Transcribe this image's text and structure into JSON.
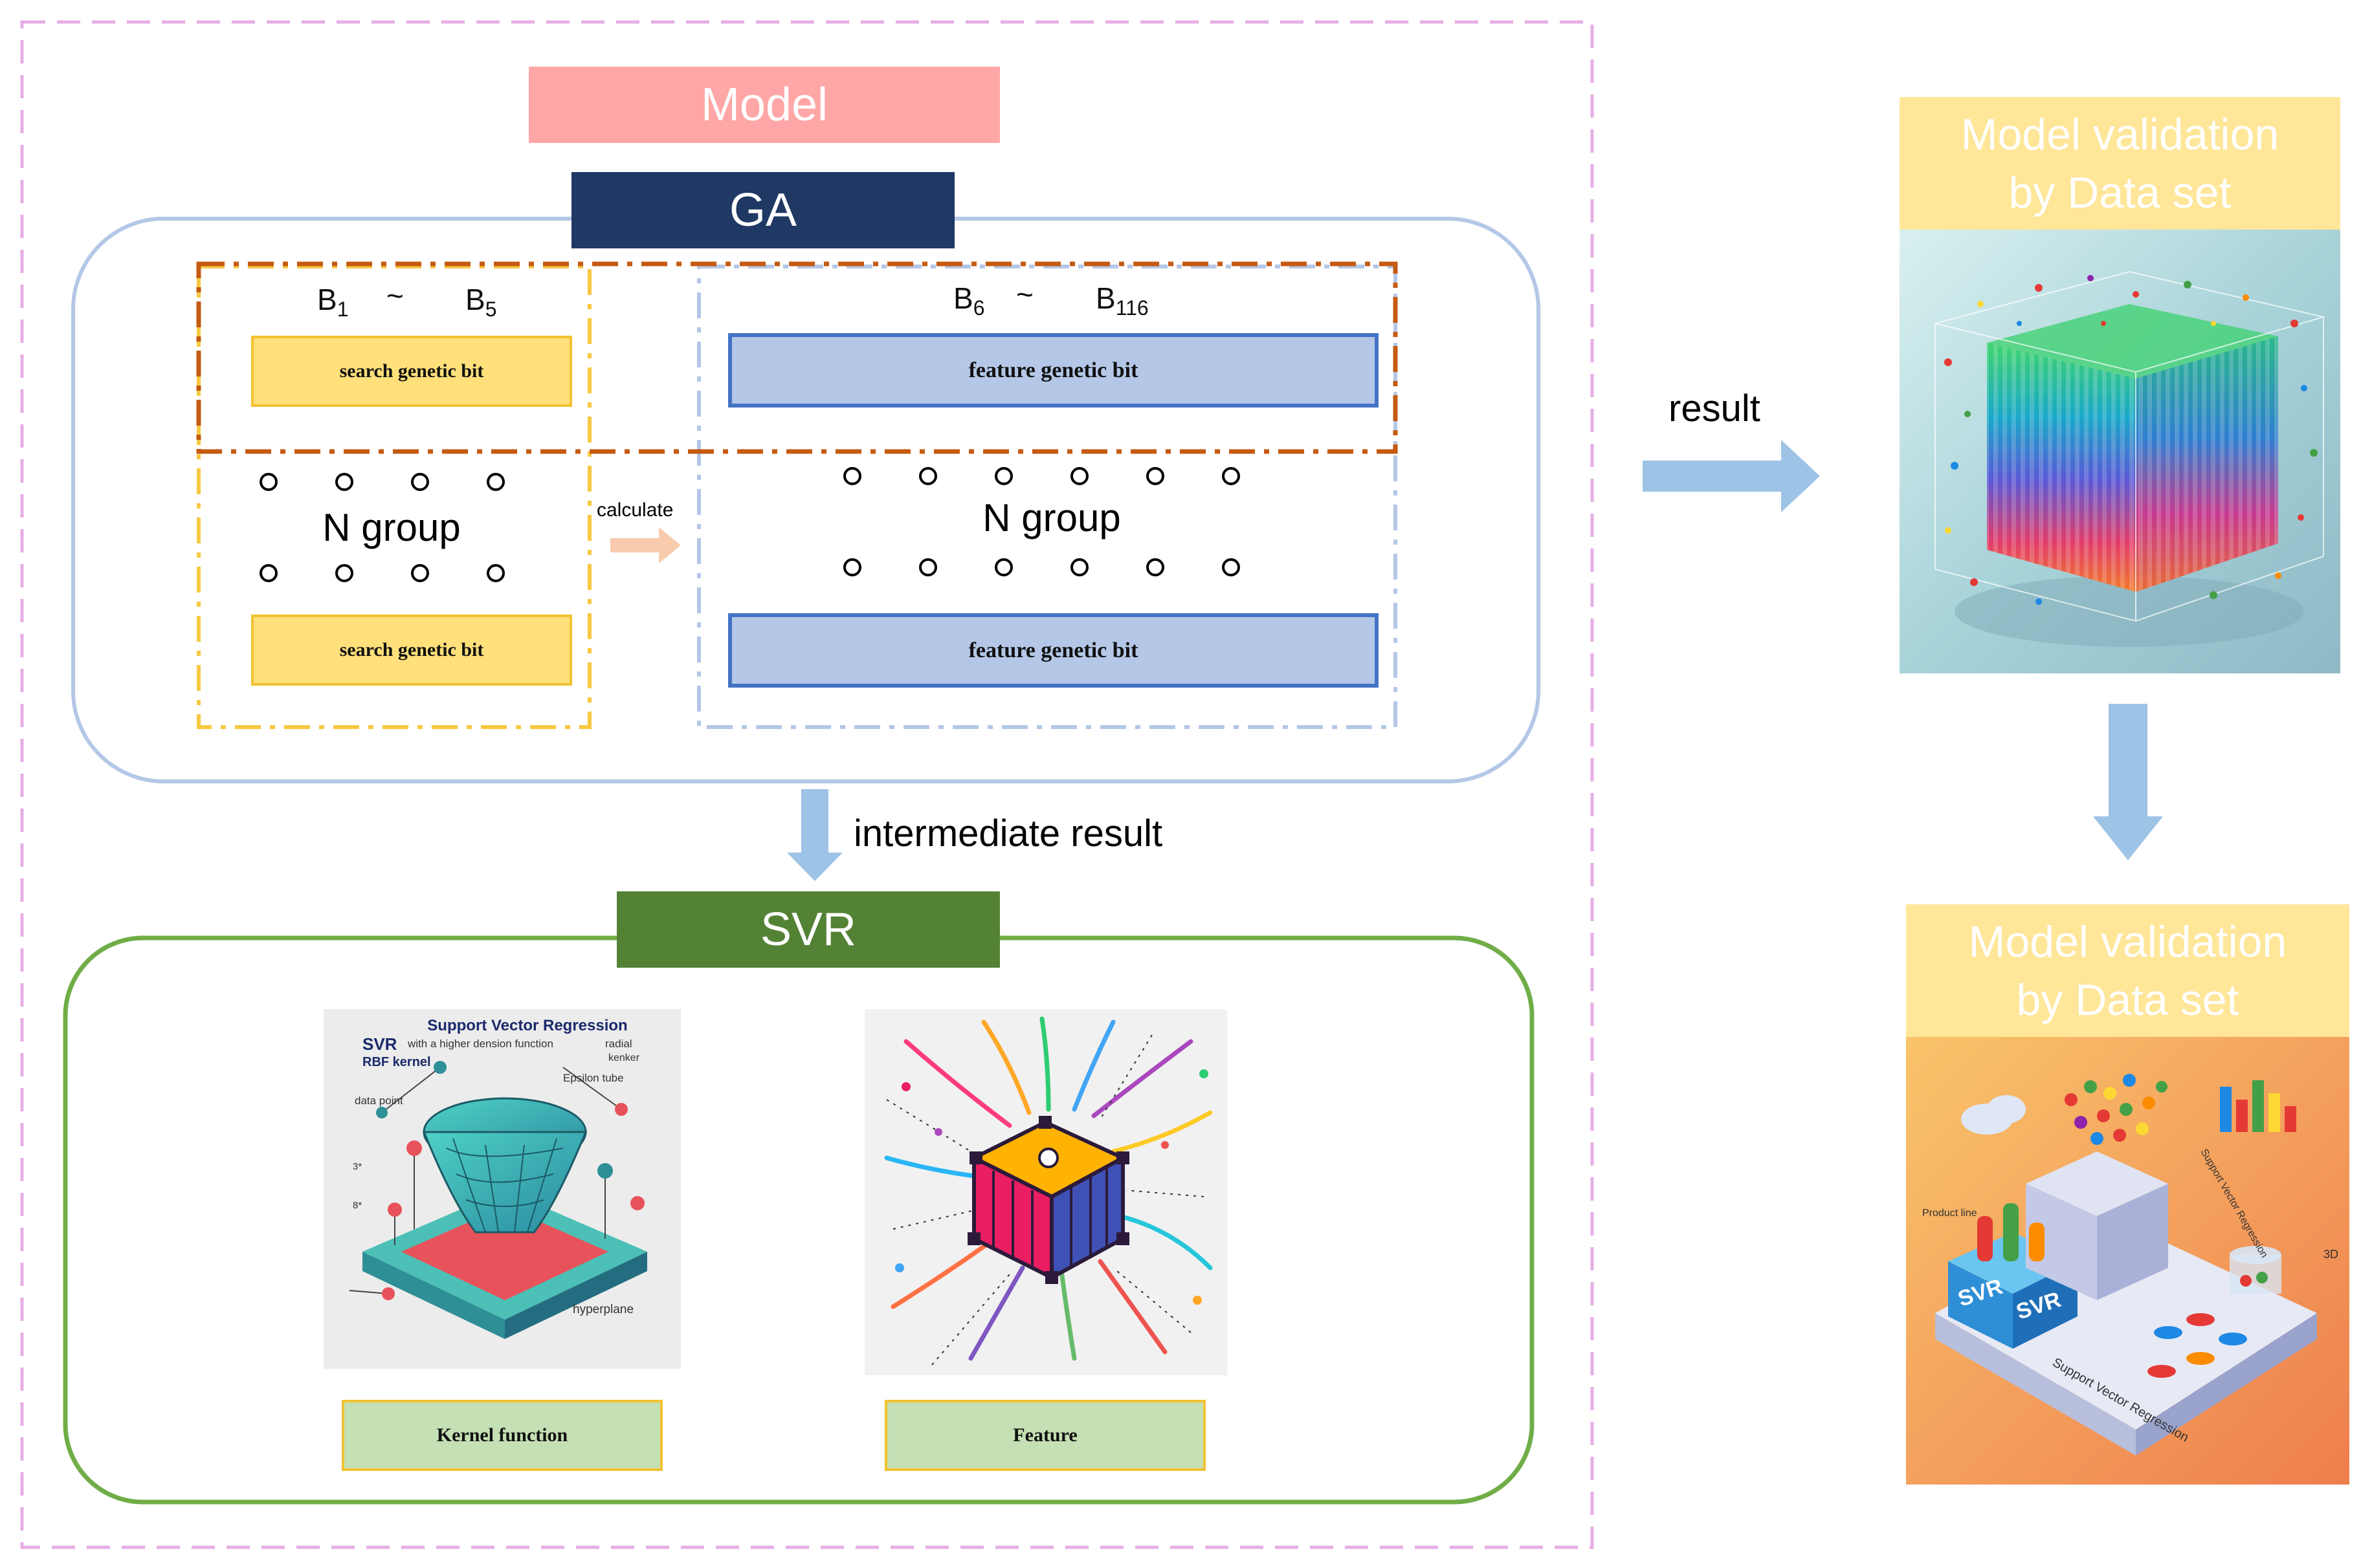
{
  "colors": {
    "model_title_bg": "#ffa6a6",
    "ga_title_bg": "#1f3864",
    "svr_title_bg": "#548235",
    "outer_dashed_border": "#e6aee6",
    "ga_rounded_border": "#b4c7e7",
    "svr_rounded_border": "#70ad47",
    "search_bit_fill": "#ffe07a",
    "feature_bit_fill": "#b4c7e7",
    "arrow_blue": "#9dc3e6",
    "arrow_peach": "#f8cbad",
    "validation_header_bg": "#ffe699"
  },
  "model": {
    "title": "Model"
  },
  "ga": {
    "title": "GA",
    "search_range": {
      "start_base": "B",
      "start_sub": "1",
      "tilde": "~",
      "end_base": "B",
      "end_sub": "5"
    },
    "feature_range": {
      "start_base": "B",
      "start_sub": "6",
      "tilde": "~",
      "end_base": "B",
      "end_sub": "116"
    },
    "search_bit_label": "search genetic bit",
    "feature_bit_label": "feature genetic bit",
    "n_group_label": "N group",
    "calculate_label": "calculate"
  },
  "flow": {
    "intermediate_label": "intermediate result",
    "result_label": "result"
  },
  "svr": {
    "title": "SVR",
    "kernel_image": {
      "icon": "kernel-funnel-illustration",
      "texts": [
        "Support Vector Regression",
        "SVR",
        "with a higher dension function",
        "radial",
        "kenker",
        "RBF kernel",
        "Epsilon tube",
        "data point",
        "3*",
        "8*",
        "hyperplane"
      ]
    },
    "feature_image": {
      "icon": "feature-cube-illustration"
    },
    "kernel_label": "Kernel function",
    "feature_label": "Feature"
  },
  "validation": [
    {
      "line1": "Model validation",
      "line2": "by Data set",
      "icon": "data-cube-illustration"
    },
    {
      "line1": "Model validation",
      "line2": "by Data set",
      "icon": "svr-platform-illustration",
      "texts": [
        "SVR",
        "SVR",
        "Product line",
        "Support Vector Regression",
        "Support Vector Regression",
        "3D"
      ]
    }
  ]
}
